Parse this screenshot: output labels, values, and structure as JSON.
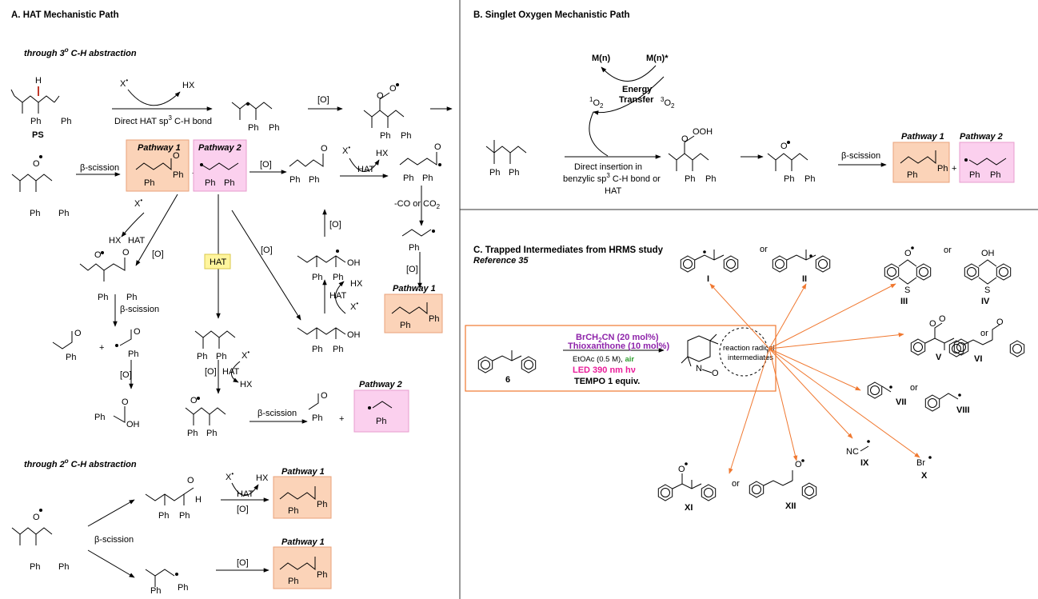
{
  "panelA": {
    "title": "A. HAT Mechanistic Path",
    "tertiary_heading": "through 3",
    "tertiary_heading_sup": "o",
    "tertiary_heading_tail": " C-H abstraction",
    "secondary_heading": "through 2",
    "secondary_heading_sup": "o",
    "secondary_heading_tail": " C-H abstraction",
    "ps_label": "PS",
    "x_radical": "X",
    "hx": "HX",
    "hat": "HAT",
    "oxidant": "[O]",
    "beta_scission": "β-scission",
    "direct_hat": "Direct HAT sp",
    "direct_hat_sup": "3",
    "direct_hat_tail": " C-H bond",
    "co_loss": "-CO or CO",
    "co_loss_sub": "2",
    "pathway1": "Pathway 1",
    "pathway2": "Pathway 2",
    "ph": "Ph",
    "oh": "OH",
    "o": "O",
    "h": "H",
    "plus": "+",
    "hat_highlight_color": "#fff59d",
    "pathway1_color": "#fbd3b8",
    "pathway2_color": "#fbd0ee"
  },
  "panelB": {
    "title": "B. Singlet Oxygen Mechanistic Path",
    "metal": "M(n)",
    "metal_excited": "M(n)*",
    "energy": "Energy",
    "transfer": "Transfer",
    "singlet_o2_sup": "1",
    "triplet_o2_sup": "3",
    "o2": "O",
    "o2_sub": "2",
    "insertion_line1": "Direct insertion in",
    "insertion_line2": "benzylic sp",
    "insertion_line2_sup": "3",
    "insertion_line2_tail": " C-H bond or",
    "insertion_line3": "HAT",
    "beta_scission": "β-scission",
    "pathway1": "Pathway 1",
    "pathway2": "Pathway 2",
    "ooh": "OOH"
  },
  "panelC": {
    "title": "C. Trapped Intermediates from HRMS study",
    "reference": "Reference 35",
    "reagent1": "BrCH",
    "reagent1_sub": "2",
    "reagent1_tail": "CN (20 mol%)",
    "reagent2": "Thioxanthone (10 mol%)",
    "solvent": "EtOAc (0.5 M), ",
    "air": "air",
    "led": "LED 390 nm hν",
    "tempo": "TEMPO 1 equiv.",
    "substrate_label": "6",
    "radical_bubble_line1": "reaction radical",
    "radical_bubble_line2": "intermediates",
    "n_label": "N",
    "o_label": "O",
    "or": "or",
    "nc": "NC",
    "br": "Br",
    "s_label": "S",
    "labels": [
      "I",
      "II",
      "III",
      "IV",
      "V",
      "VI",
      "VII",
      "VIII",
      "IX",
      "X",
      "XI",
      "XII"
    ],
    "reagent_color": "#8e24aa",
    "air_color": "#2e9e2e",
    "led_color": "#e91e9a",
    "arrow_color": "#f07830"
  }
}
